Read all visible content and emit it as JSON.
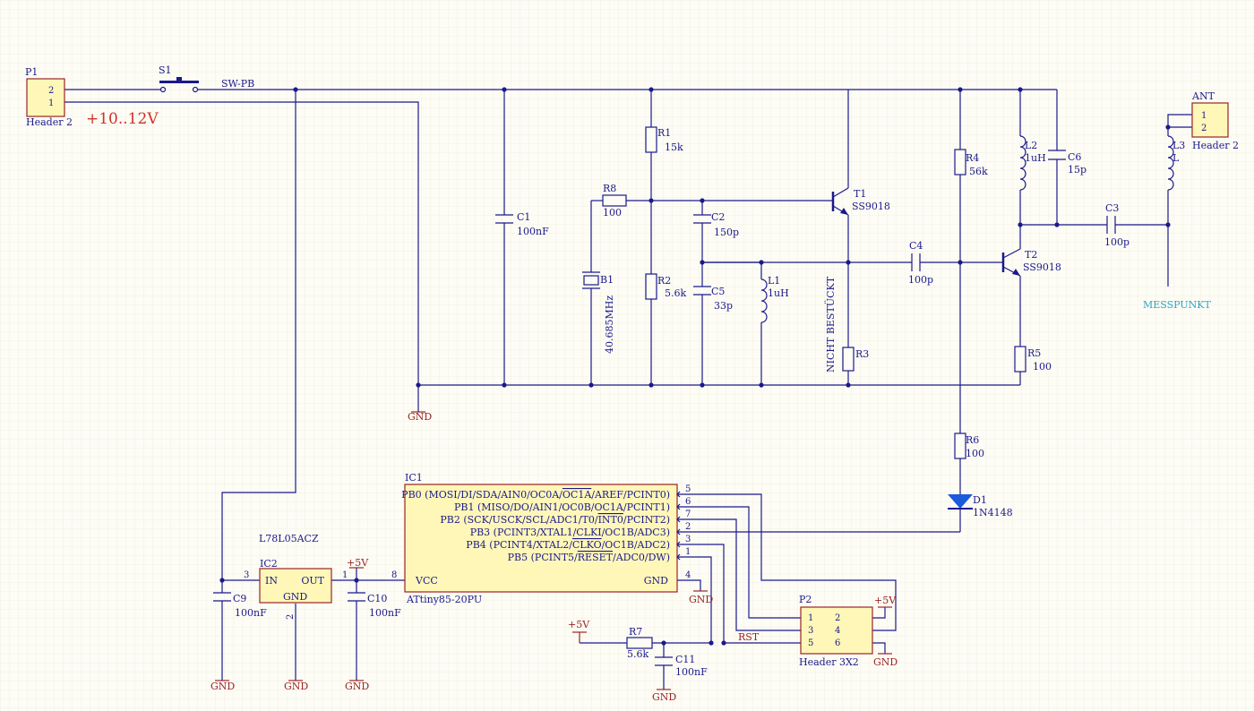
{
  "p1": {
    "des": "P1",
    "name": "Header 2",
    "pin2": "2",
    "pin1": "1"
  },
  "supply": "+10..12V",
  "s1": {
    "des": "S1",
    "net": "SW-PB"
  },
  "ant": {
    "des": "ANT",
    "name": "Header 2",
    "pin1": "1",
    "pin2": "2"
  },
  "r1": {
    "des": "R1",
    "val": "15k"
  },
  "r2": {
    "des": "R2",
    "val": "5.6k"
  },
  "r3": {
    "des": "R3"
  },
  "r4": {
    "des": "R4",
    "val": "56k"
  },
  "r5": {
    "des": "R5",
    "val": "100"
  },
  "r6": {
    "des": "R6",
    "val": "100"
  },
  "r7": {
    "des": "R7",
    "val": "5.6k"
  },
  "r8": {
    "des": "R8",
    "val": "100"
  },
  "c1": {
    "des": "C1",
    "val": "100nF"
  },
  "c2": {
    "des": "C2",
    "val": "150p"
  },
  "c3": {
    "des": "C3",
    "val": "100p"
  },
  "c4": {
    "des": "C4",
    "val": "100p"
  },
  "c5": {
    "des": "C5",
    "val": "33p"
  },
  "c6": {
    "des": "C6",
    "val": "15p"
  },
  "c9": {
    "des": "C9",
    "val": "100nF"
  },
  "c10": {
    "des": "C10",
    "val": "100nF"
  },
  "c11": {
    "des": "C11",
    "val": "100nF"
  },
  "l1": {
    "des": "L1",
    "val": "1uH"
  },
  "l2": {
    "des": "L2",
    "val": "1uH"
  },
  "l3": {
    "des": "L3",
    "val": "L"
  },
  "b1": {
    "des": "B1",
    "val": "40.685MHz"
  },
  "t1": {
    "des": "T1",
    "val": "SS9018"
  },
  "t2": {
    "des": "T2",
    "val": "SS9018"
  },
  "d1": {
    "des": "D1",
    "val": "1N4148"
  },
  "nicht": "NICHT BESTÜCKT",
  "messpunkt": "MESSPUNKT",
  "gnd": "GND",
  "v5": "+5V",
  "rst": "RST",
  "ic1": {
    "des": "IC1",
    "name": "ATtiny85-20PU",
    "pb0": {
      "pre": "PB0 (MOSI/DI/SDA/AIN0/OC0A/",
      "ov": "OC1A",
      "post": "/AREF/PCINT0)"
    },
    "pb1": "PB1 (MISO/DO/AIN1/OC0B/OC1A/PCINT1)",
    "pb2": {
      "pre": "PB2 (SCK/USCK/SCL/ADC1/T0/",
      "ov": "INT0",
      "post": "/PCINT2)"
    },
    "pb3": "PB3 (PCINT3/XTAL1/CLKI/OC1B/ADC3)",
    "pb4": {
      "pre": "PB4 (PCINT4/XTAL2/",
      "ov": "CLKO",
      "post": "/OC1B/ADC2)"
    },
    "pb5": {
      "pre": "PB5 (PCINT5/",
      "ov": "RESET",
      "post": "/ADC0/DW)"
    },
    "vcc": "VCC",
    "gnd": "GND",
    "pins": {
      "pb0": "5",
      "pb1": "6",
      "pb2": "7",
      "pb3": "2",
      "pb4": "3",
      "pb5": "1",
      "vcc": "8",
      "gnd": "4"
    }
  },
  "ic2": {
    "des": "IC2",
    "name": "L78L05ACZ",
    "in": "IN",
    "out": "OUT",
    "gnd": "GND",
    "pin3": "3",
    "pin1": "1",
    "pin2": "2"
  },
  "p2": {
    "des": "P2",
    "name": "Header 3X2",
    "p1": "1",
    "p2": "2",
    "p3": "3",
    "p4": "4",
    "p5": "5",
    "p6": "6"
  }
}
